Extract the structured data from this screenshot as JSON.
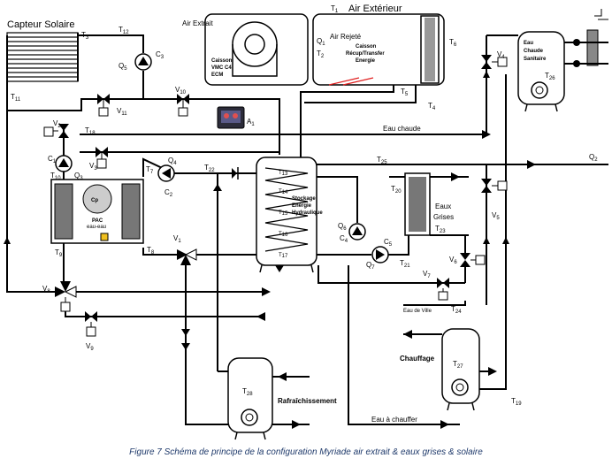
{
  "caption": "Figure 7 Schéma de principe de la configuration Myriade air extrait & eaux grises & solaire",
  "labels": {
    "capteur_solaire": "Capteur Solaire",
    "air_exterieur": "Air Extérieur",
    "air_extrait": "Air Extrait",
    "caisson_vmc_1": "Caisson",
    "caisson_vmc_2": "VMC C4",
    "caisson_vmc_3": "ECM",
    "air_rejete": "Air Rejeté",
    "caisson_recup_1": "Caisson",
    "caisson_recup_2": "Récup/Transfer",
    "caisson_recup_3": "Energie",
    "eau_chaude_sanitaire_1": "Eau",
    "eau_chaude_sanitaire_2": "Chaude",
    "eau_chaude_sanitaire_3": "Sanitaire",
    "eau_chaude": "Eau chaude",
    "pac": "PAC",
    "pac_sub": "eau-eau",
    "cp": "Cp",
    "stockage_1": "Stockage",
    "stockage_2": "Energie",
    "stockage_3": "Hydraulique",
    "eaux_grises_1": "Eaux",
    "eaux_grises_2": "Grises",
    "eau_de_ville": "Eau de Ville",
    "chauffage": "Chauffage",
    "rafraichissement": "Rafraîchissement",
    "eau_a_chauffer": "Eau à chauffer"
  },
  "tags": {
    "T1": "T",
    "T1s": "1",
    "T2": "T",
    "T2s": "2",
    "T3": "T",
    "T3s": "3",
    "T4": "T",
    "T4s": "4",
    "T5": "T",
    "T5s": "5",
    "T6": "T",
    "T6s": "6",
    "T7": "T",
    "T7s": "7",
    "T8": "T",
    "T8s": "8",
    "T9": "T",
    "T9s": "9",
    "T10": "T",
    "T10s": "10",
    "T11": "T",
    "T11s": "11",
    "T12": "T",
    "T12s": "12",
    "T13": "T",
    "T13s": "13",
    "T14": "T",
    "T14s": "14",
    "T15": "T",
    "T15s": "15",
    "T16": "T",
    "T16s": "16",
    "T17": "T",
    "T17s": "17",
    "T18": "T",
    "T18s": "18",
    "T19": "T",
    "T19s": "19",
    "T20": "T",
    "T20s": "20",
    "T21": "T",
    "T21s": "21",
    "T22": "T",
    "T22s": "22",
    "T23": "T",
    "T23s": "23",
    "T24": "T",
    "T24s": "24",
    "T25": "T",
    "T25s": "25",
    "T26": "T",
    "T26s": "26",
    "T27": "T",
    "T27s": "27",
    "T28": "T",
    "T28s": "28",
    "Q1": "Q",
    "Q1s": "1",
    "Q2": "Q",
    "Q2s": "2",
    "Q3": "Q",
    "Q3s": "3",
    "Q4": "Q",
    "Q4s": "4",
    "Q5": "Q",
    "Q5s": "5",
    "Q6": "Q",
    "Q6s": "6",
    "Q7": "Q",
    "Q7s": "7",
    "C1": "C",
    "C1s": "1",
    "C2": "C",
    "C2s": "2",
    "C3": "C",
    "C3s": "3",
    "C4": "C",
    "C4s": "4",
    "C5": "C",
    "C5s": "5",
    "A1": "A",
    "A1s": "1",
    "V1": "V",
    "V1s": "1",
    "V2": "V",
    "V2s": "2",
    "V3": "V",
    "V3s": "3",
    "V4": "V",
    "V4s": "4",
    "V5": "V",
    "V5s": "5",
    "V6": "V",
    "V6s": "6",
    "V7": "V",
    "V7s": "7",
    "V8": "V",
    "V8s": "8",
    "V9": "V",
    "V9s": "9",
    "V10": "V",
    "V10s": "10",
    "V11": "V",
    "V11s": "11"
  },
  "colors": {
    "line": "#000000",
    "caption": "#1f3a6b",
    "heater_wire": "#e02020",
    "thermostat_screen": "#3a3a5a"
  }
}
